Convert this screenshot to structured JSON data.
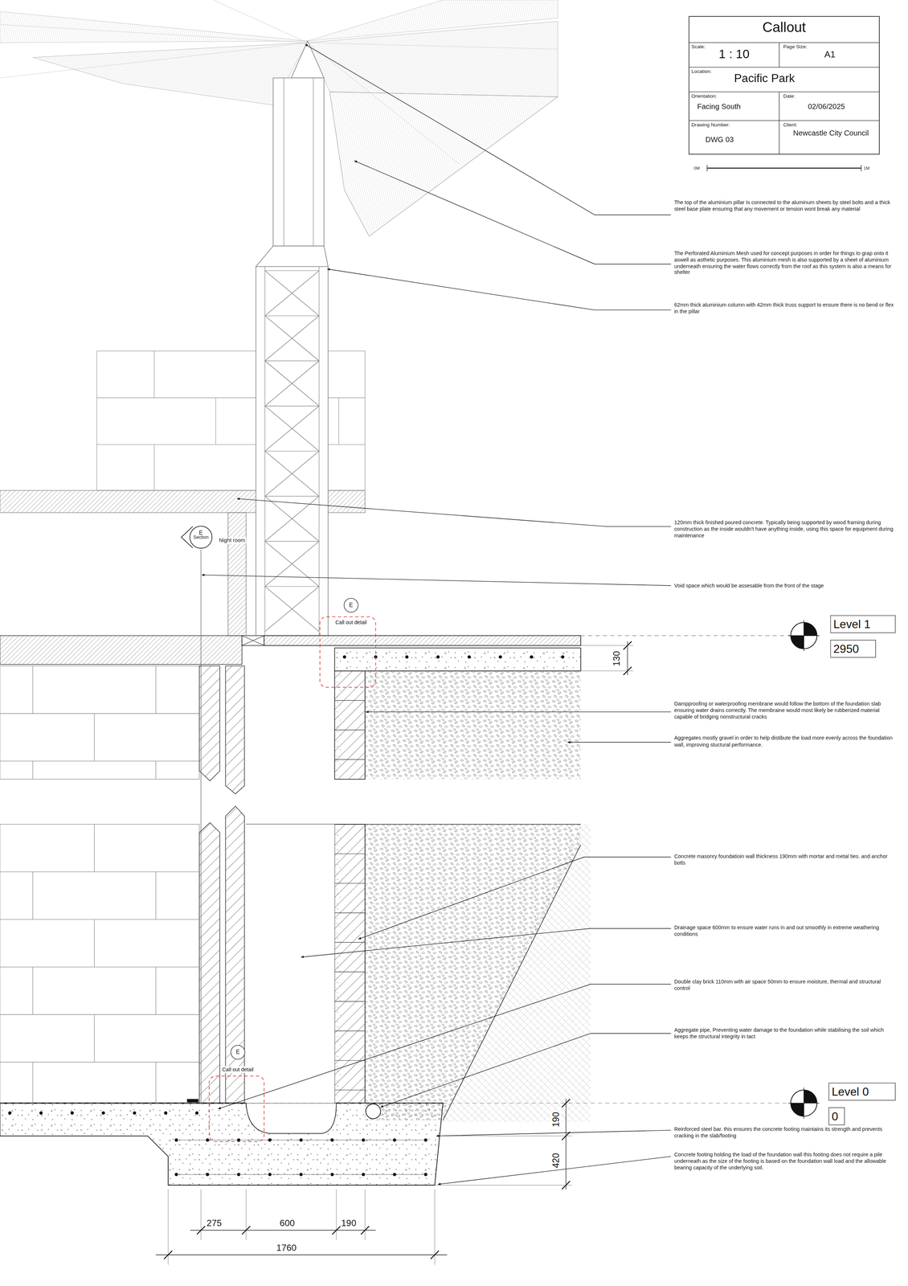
{
  "diagram": {
    "title": "Callout",
    "nodes": [
      {
        "text": [
          "E",
          "Section"
        ]
      },
      {
        "text": [
          "E",
          "Call out detail"
        ]
      },
      {
        "text": [
          "E",
          "Call out detail"
        ]
      },
      {
        "text": [
          "Level 1"
        ]
      },
      {
        "text": [
          "2950"
        ]
      },
      {
        "text": [
          "Level 0"
        ]
      },
      {
        "text": [
          "0"
        ]
      }
    ],
    "labels": [
      "Scale:",
      "1 : 10",
      "Page Size:",
      "A1",
      "Location:",
      "Pacific Park",
      "Orientation:",
      "Facing South",
      "Date:",
      "02/06/2025",
      "Drawing Number:",
      "DWG 03",
      "Client:",
      "Newcastle City Council",
      "0M",
      "1M",
      "The top of the aluminium pillar Is connected to the aluminum sheets by steel bolts and a thick steel base plate ensuring that any movement or tension wont break any material",
      "The Perforated Aluminium Mesh used for concept purposes in order for things to grap onto it aswell as asthetic purposes. This aluminium mesh is also supported by a sheet of aluminium underneath ensuring the water flows correctly from the roof as this system is also a means for shelter",
      "62mm thick aluminium column with 42mm thick truss support to ensure there is no bend or flex in the pillar",
      "120mm thick finished poured concrete. Typically being supported by wood framing during construction as the inside wouldn't have anything inside, using this space for equipment during maintenance",
      "Void space which would be assesable from the front of the stage",
      "Dampproofing or waterproofing membrane would follow the bottom of the foundation slab ensuring water drains correctly. The membraine would most likely be rubberized material capable of bridging nonstructural cracks",
      "Aggregates mostly gravel in order to help distibute the load more evenly across the foundation wall, improving stuctural performance.",
      "Concrete masonry foundatioin wall thickness 190mm with mortar and metal ties. and anchor botls",
      "Drainage space 600mm to ensure water runs in and out smoothly in extreme weathering conditions",
      "Double clay brick 110mm with air space 50mm to ensure moisture, thermal and structural control",
      "Aggregate pipe, Preventing water damage to the foundation while stabilising the soil which keeps the structural integrity in tact",
      "Reinforced steel bar. this ensures the concrete footing maintains its strength and prevents cracking in the slab/footing",
      "Concrete footing holding the load of the foundation wall this footing does not require a pile underneath as the size of the footing is based on the foundation wall load and the allowable bearing capacity of the underlying soil.",
      "Night room",
      "130",
      "190",
      "420",
      "275",
      "600",
      "190",
      "1760"
    ]
  }
}
